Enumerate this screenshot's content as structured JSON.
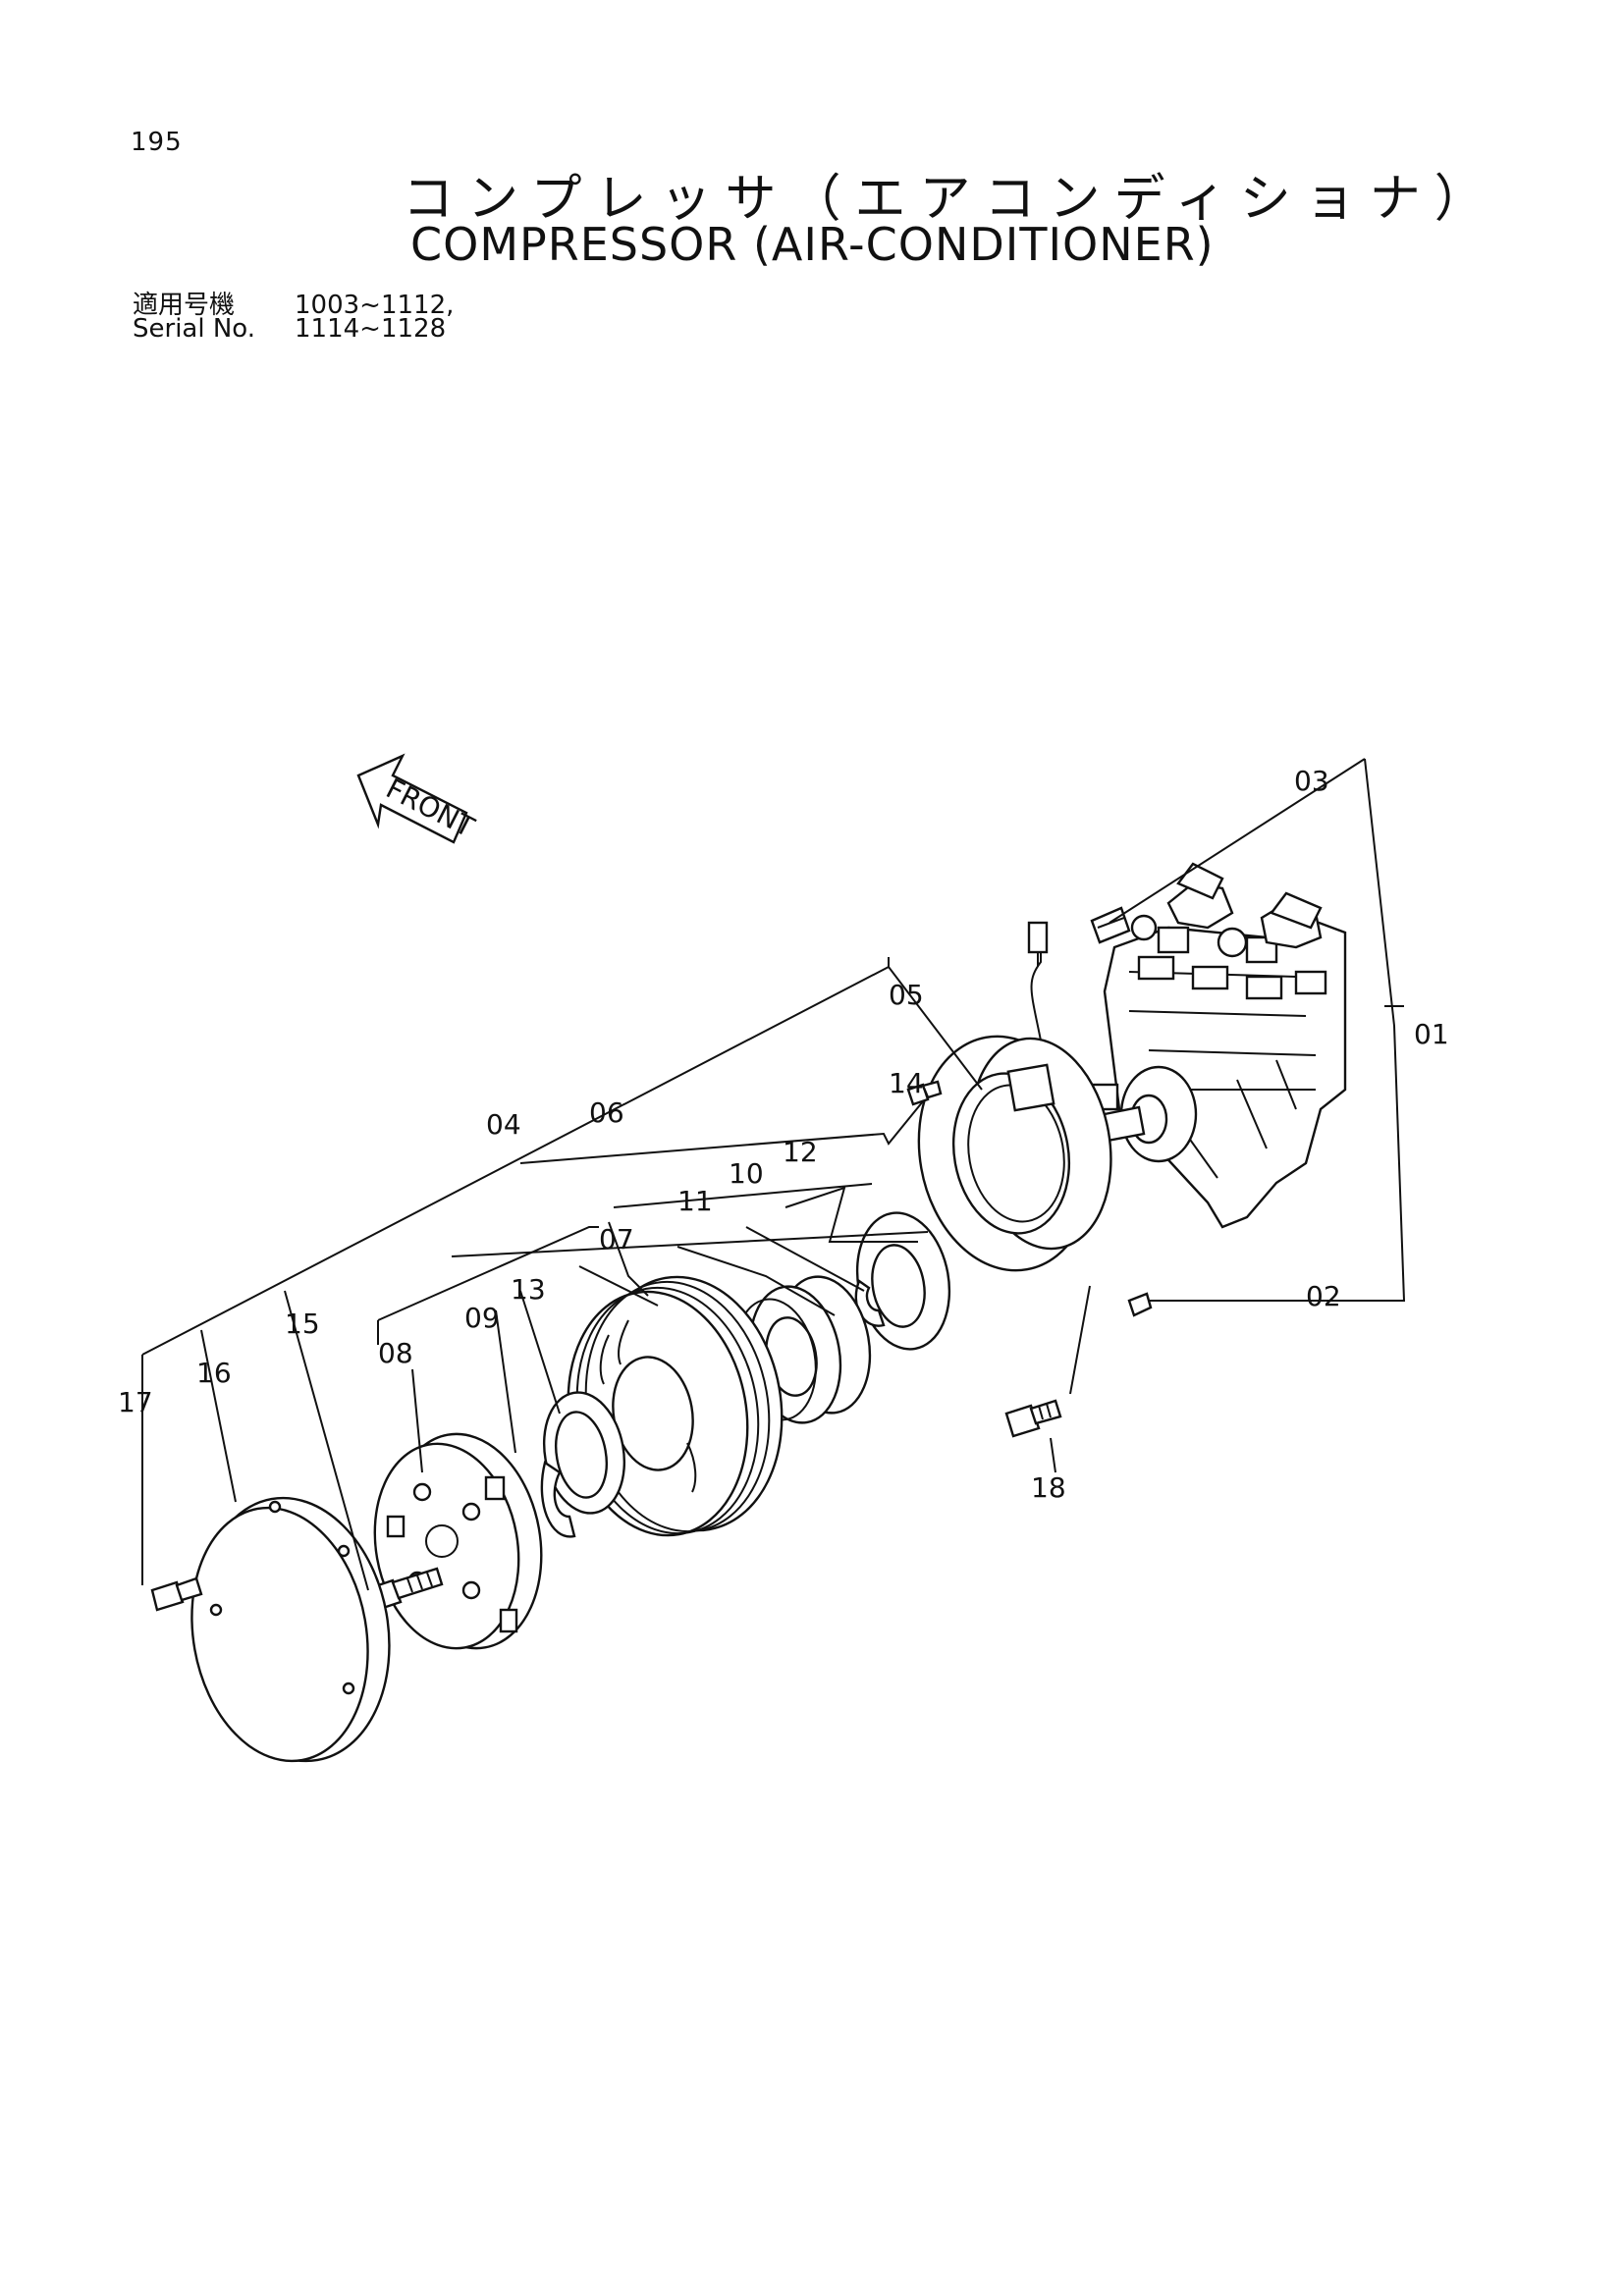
{
  "page_number": "195",
  "title_ja": "コンプレッサ（エアコンディショナ）",
  "title_en": "COMPRESSOR (AIR-CONDITIONER)",
  "serial": {
    "label_ja": "適用号機",
    "range_1": "1003~1112,",
    "label_en": "Serial No.",
    "range_2": "1114~1128"
  },
  "front_label": "FRONT",
  "callouts": {
    "c01": "01",
    "c02": "02",
    "c03": "03",
    "c04": "04",
    "c05": "05",
    "c06": "06",
    "c07": "07",
    "c08": "08",
    "c09": "09",
    "c10": "10",
    "c11": "11",
    "c12": "12",
    "c13": "13",
    "c14": "14",
    "c15": "15",
    "c16": "16",
    "c17": "17",
    "c18": "18"
  }
}
